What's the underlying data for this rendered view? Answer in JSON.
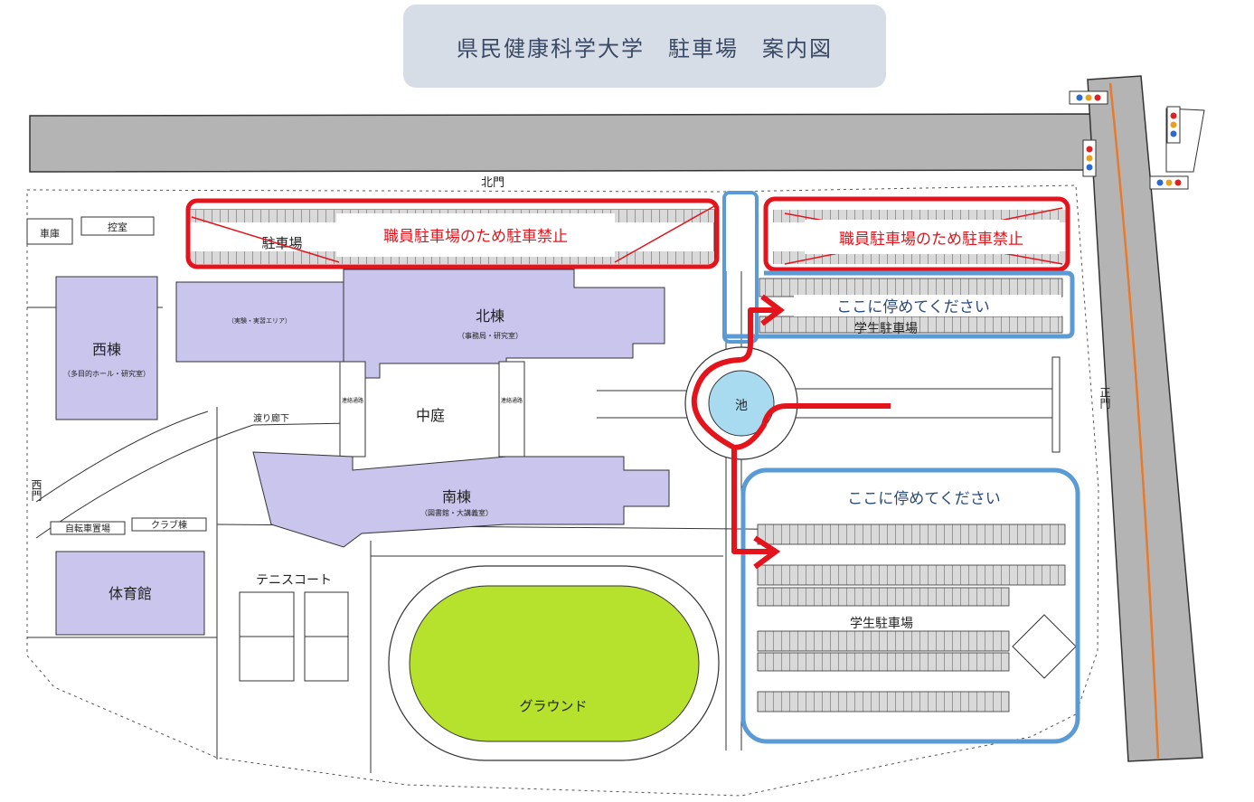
{
  "title": "県民健康科学大学　駐車場　案内図",
  "colors": {
    "road": "#b4b4b4",
    "building": "#c9c5ec",
    "ground": "#b6e12c",
    "pond": "#a8dbef",
    "no_parking": "#e3141c",
    "student_parking_frame": "#5b9bd5",
    "route_arrow": "#e3141c"
  },
  "gates": {
    "north": "北門",
    "main": "正門",
    "west": "西門"
  },
  "buildings": {
    "west": "西棟",
    "west_sub": "（多目的ホール・研究室）",
    "north": "北棟",
    "north_sub": "（事務局・研究室）",
    "south": "南棟",
    "south_sub": "（図書館・大講義室）",
    "practice": "（実験・実習エリア）",
    "gym": "体育館",
    "garage": "車庫",
    "waiting": "控室",
    "bicycle": "自転車置場",
    "club": "クラブ棟",
    "corridor": "渡り廊下",
    "connecting_passage": "連絡通路"
  },
  "areas": {
    "courtyard": "中庭",
    "pond": "池",
    "tennis": "テニスコート",
    "ground": "グラウンド",
    "parking": "駐車場",
    "student_parking": "学生駐車場"
  },
  "notices": {
    "staff_only_left": "職員駐車場のため駐車禁止",
    "staff_only_right": "職員駐車場のため駐車禁止",
    "park_here_top": "ここに停めてください",
    "park_here_bottom": "ここに停めてください"
  }
}
